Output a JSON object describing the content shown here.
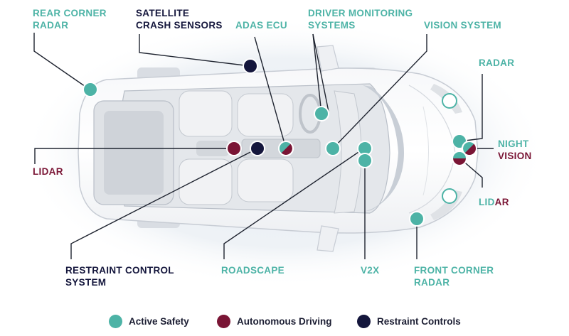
{
  "colors": {
    "active_safety": "#4db3a6",
    "autonomous_driving": "#7a1535",
    "restraint_controls": "#14163c",
    "label_teal": "#4db3a6"
  },
  "labels": {
    "rear_corner_radar": [
      "REAR CORNER",
      "RADAR"
    ],
    "satellite_crash_sensors": [
      "SATELLITE",
      "CRASH SENSORS"
    ],
    "adas_ecu": [
      "ADAS ECU"
    ],
    "driver_monitoring_systems": [
      "DRIVER MONITORING",
      "SYSTEMS"
    ],
    "vision_system": [
      "VISION SYSTEM"
    ],
    "radar": [
      "RADAR"
    ],
    "night_vision": [
      "NIGHT",
      "VISION"
    ],
    "lidar_front_part1": "LID",
    "lidar_front_part2": "AR",
    "lidar_rear": [
      "LIDAR"
    ],
    "restraint_control_system": [
      "RESTRAINT CONTROL",
      "SYSTEM"
    ],
    "roadscape": [
      "ROADSCAPE"
    ],
    "v2x": [
      "V2X"
    ],
    "front_corner_radar": [
      "FRONT CORNER",
      "RADAR"
    ]
  },
  "legend": [
    {
      "label": "Active Safety",
      "color": "#4db3a6"
    },
    {
      "label": "Autonomous Driving",
      "color": "#7a1535"
    },
    {
      "label": "Restraint Controls",
      "color": "#14163c"
    }
  ]
}
